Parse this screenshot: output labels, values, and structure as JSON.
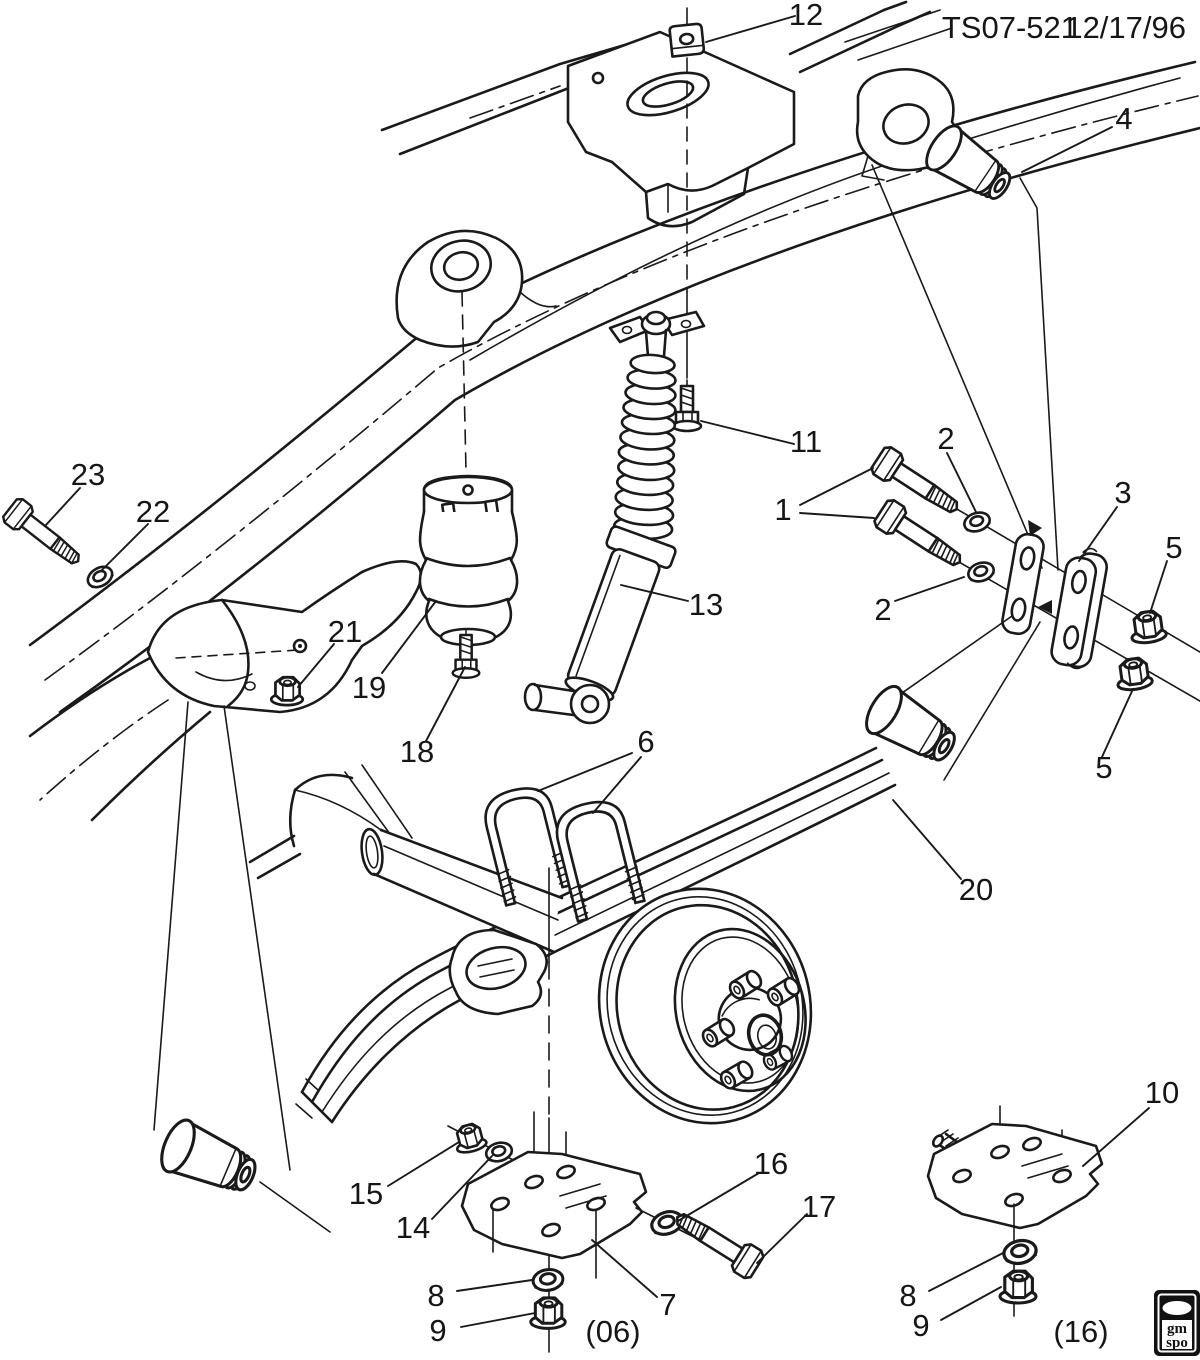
{
  "header": {
    "drawing_number": "TS07-521",
    "date": "12/17/96"
  },
  "labels": {
    "1": "1",
    "2": "2",
    "3": "3",
    "4": "4",
    "5": "5",
    "6": "6",
    "7": "7",
    "8": "8",
    "9": "9",
    "10": "10",
    "11": "11",
    "12": "12",
    "13": "13",
    "14": "14",
    "15": "15",
    "16": "16",
    "17": "17",
    "18": "18",
    "19": "19",
    "20": "20",
    "21": "21",
    "22": "22",
    "23": "23"
  },
  "annotations": {
    "left_quantity": "(06)",
    "right_quantity": "(16)"
  },
  "logo": {
    "line1": "gm",
    "line2": "spo"
  },
  "colors": {
    "ink": "#1a1a1a",
    "paper": "#ffffff"
  }
}
